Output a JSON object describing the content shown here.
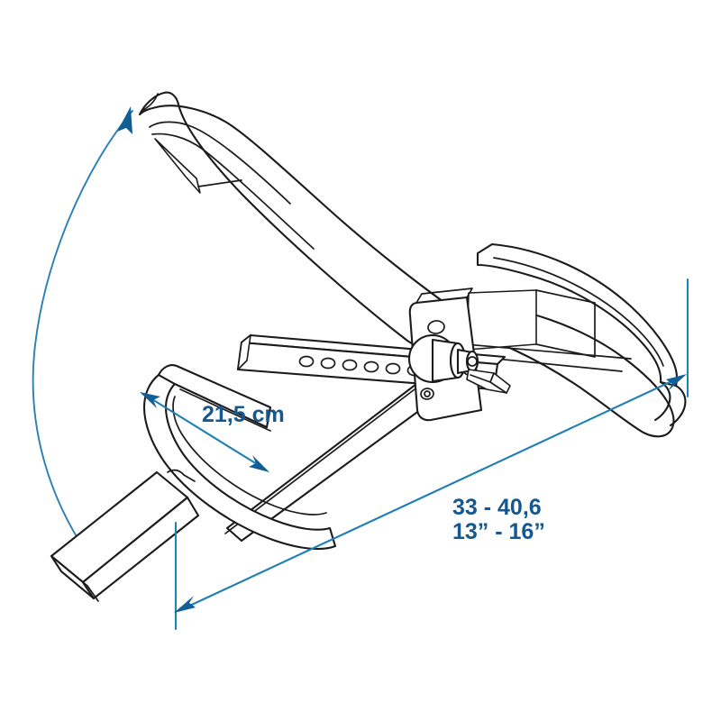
{
  "diagram": {
    "title": "Wheel chock clamp technical dimension drawing",
    "background_color": "#ffffff",
    "outline_color": "#1b1b1b",
    "dimension_color": "#1f7fb4",
    "dimension_text_color": "#14588f"
  },
  "dimensions": {
    "width_label": "21,5 cm",
    "length_metric_label": "33 - 40,6",
    "length_imperial_label": "13” - 16”"
  },
  "annotations": {
    "swing_arc_name": "swing-range-arc",
    "width_arrow_name": "width-dimension-arrow",
    "length_arrow_name": "length-dimension-arrow"
  },
  "parts": {
    "upper_arm": "upper-hook-arm",
    "right_arm": "right-hook-arm",
    "lower_loop": "lower-u-clamp-loop",
    "slider_bar": "perforated-slider-bar",
    "hub_plate": "center-mounting-plate",
    "knob": "adjustment-knob",
    "lever_pin": "locking-lever-pin",
    "square_tube": "square-mount-tube",
    "hole_count": 8
  }
}
